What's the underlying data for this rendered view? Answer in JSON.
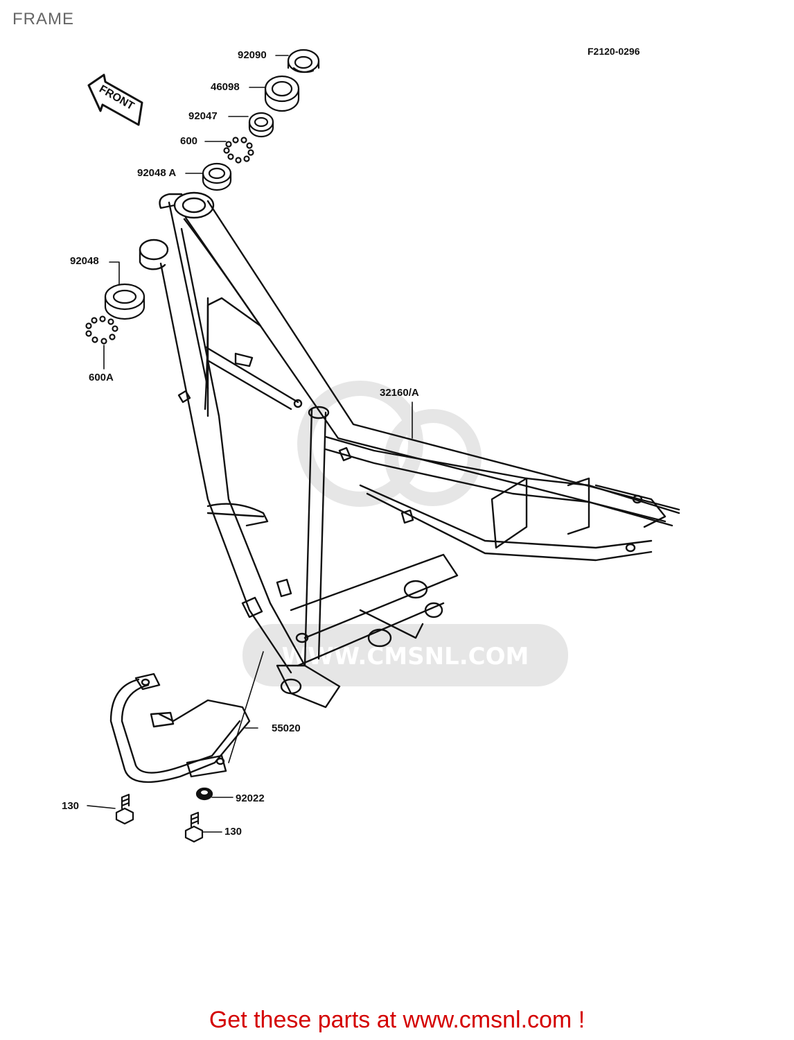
{
  "page": {
    "title": "FRAME",
    "drawing_code": "F2120-0296",
    "watermark": "WWW.CMSNL.COM",
    "footer": "Get these parts at www.cmsnl.com !"
  },
  "front_arrow": {
    "label": "FRONT",
    "icon": "front-direction-arrow-icon"
  },
  "callouts": [
    {
      "id": "92090",
      "label": "92090"
    },
    {
      "id": "46098",
      "label": "46098"
    },
    {
      "id": "92047",
      "label": "92047"
    },
    {
      "id": "600",
      "label": "600"
    },
    {
      "id": "92048A",
      "label": "92048 A"
    },
    {
      "id": "92048",
      "label": "92048"
    },
    {
      "id": "600A",
      "label": "600A"
    },
    {
      "id": "32160A",
      "label": "32160/A"
    },
    {
      "id": "55020",
      "label": "55020"
    },
    {
      "id": "92022",
      "label": "92022"
    },
    {
      "id": "130a",
      "label": "130"
    },
    {
      "id": "130b",
      "label": "130"
    }
  ],
  "colors": {
    "line": "#111111",
    "footer": "#d40000",
    "watermark": "#e6e6e6",
    "title": "#666666"
  }
}
